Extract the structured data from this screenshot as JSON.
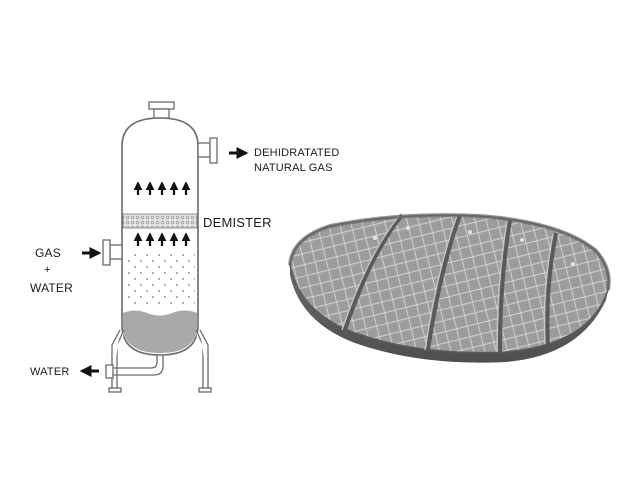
{
  "labels": {
    "outlet_line1": "DEHIDRATATED",
    "outlet_line2": "NATURAL GAS",
    "demister": "DEMISTER",
    "inlet_line1": "GAS",
    "inlet_line2": "+",
    "inlet_line3": "WATER",
    "water_outlet": "WATER"
  },
  "colors": {
    "vessel_outline": "#6b6b6b",
    "liquid": "#a9a9a9",
    "arrow": "#111111",
    "pad_dark": "#5e5e5e",
    "pad_mid": "#8a8a8a",
    "pad_light": "#b5b5b5"
  }
}
